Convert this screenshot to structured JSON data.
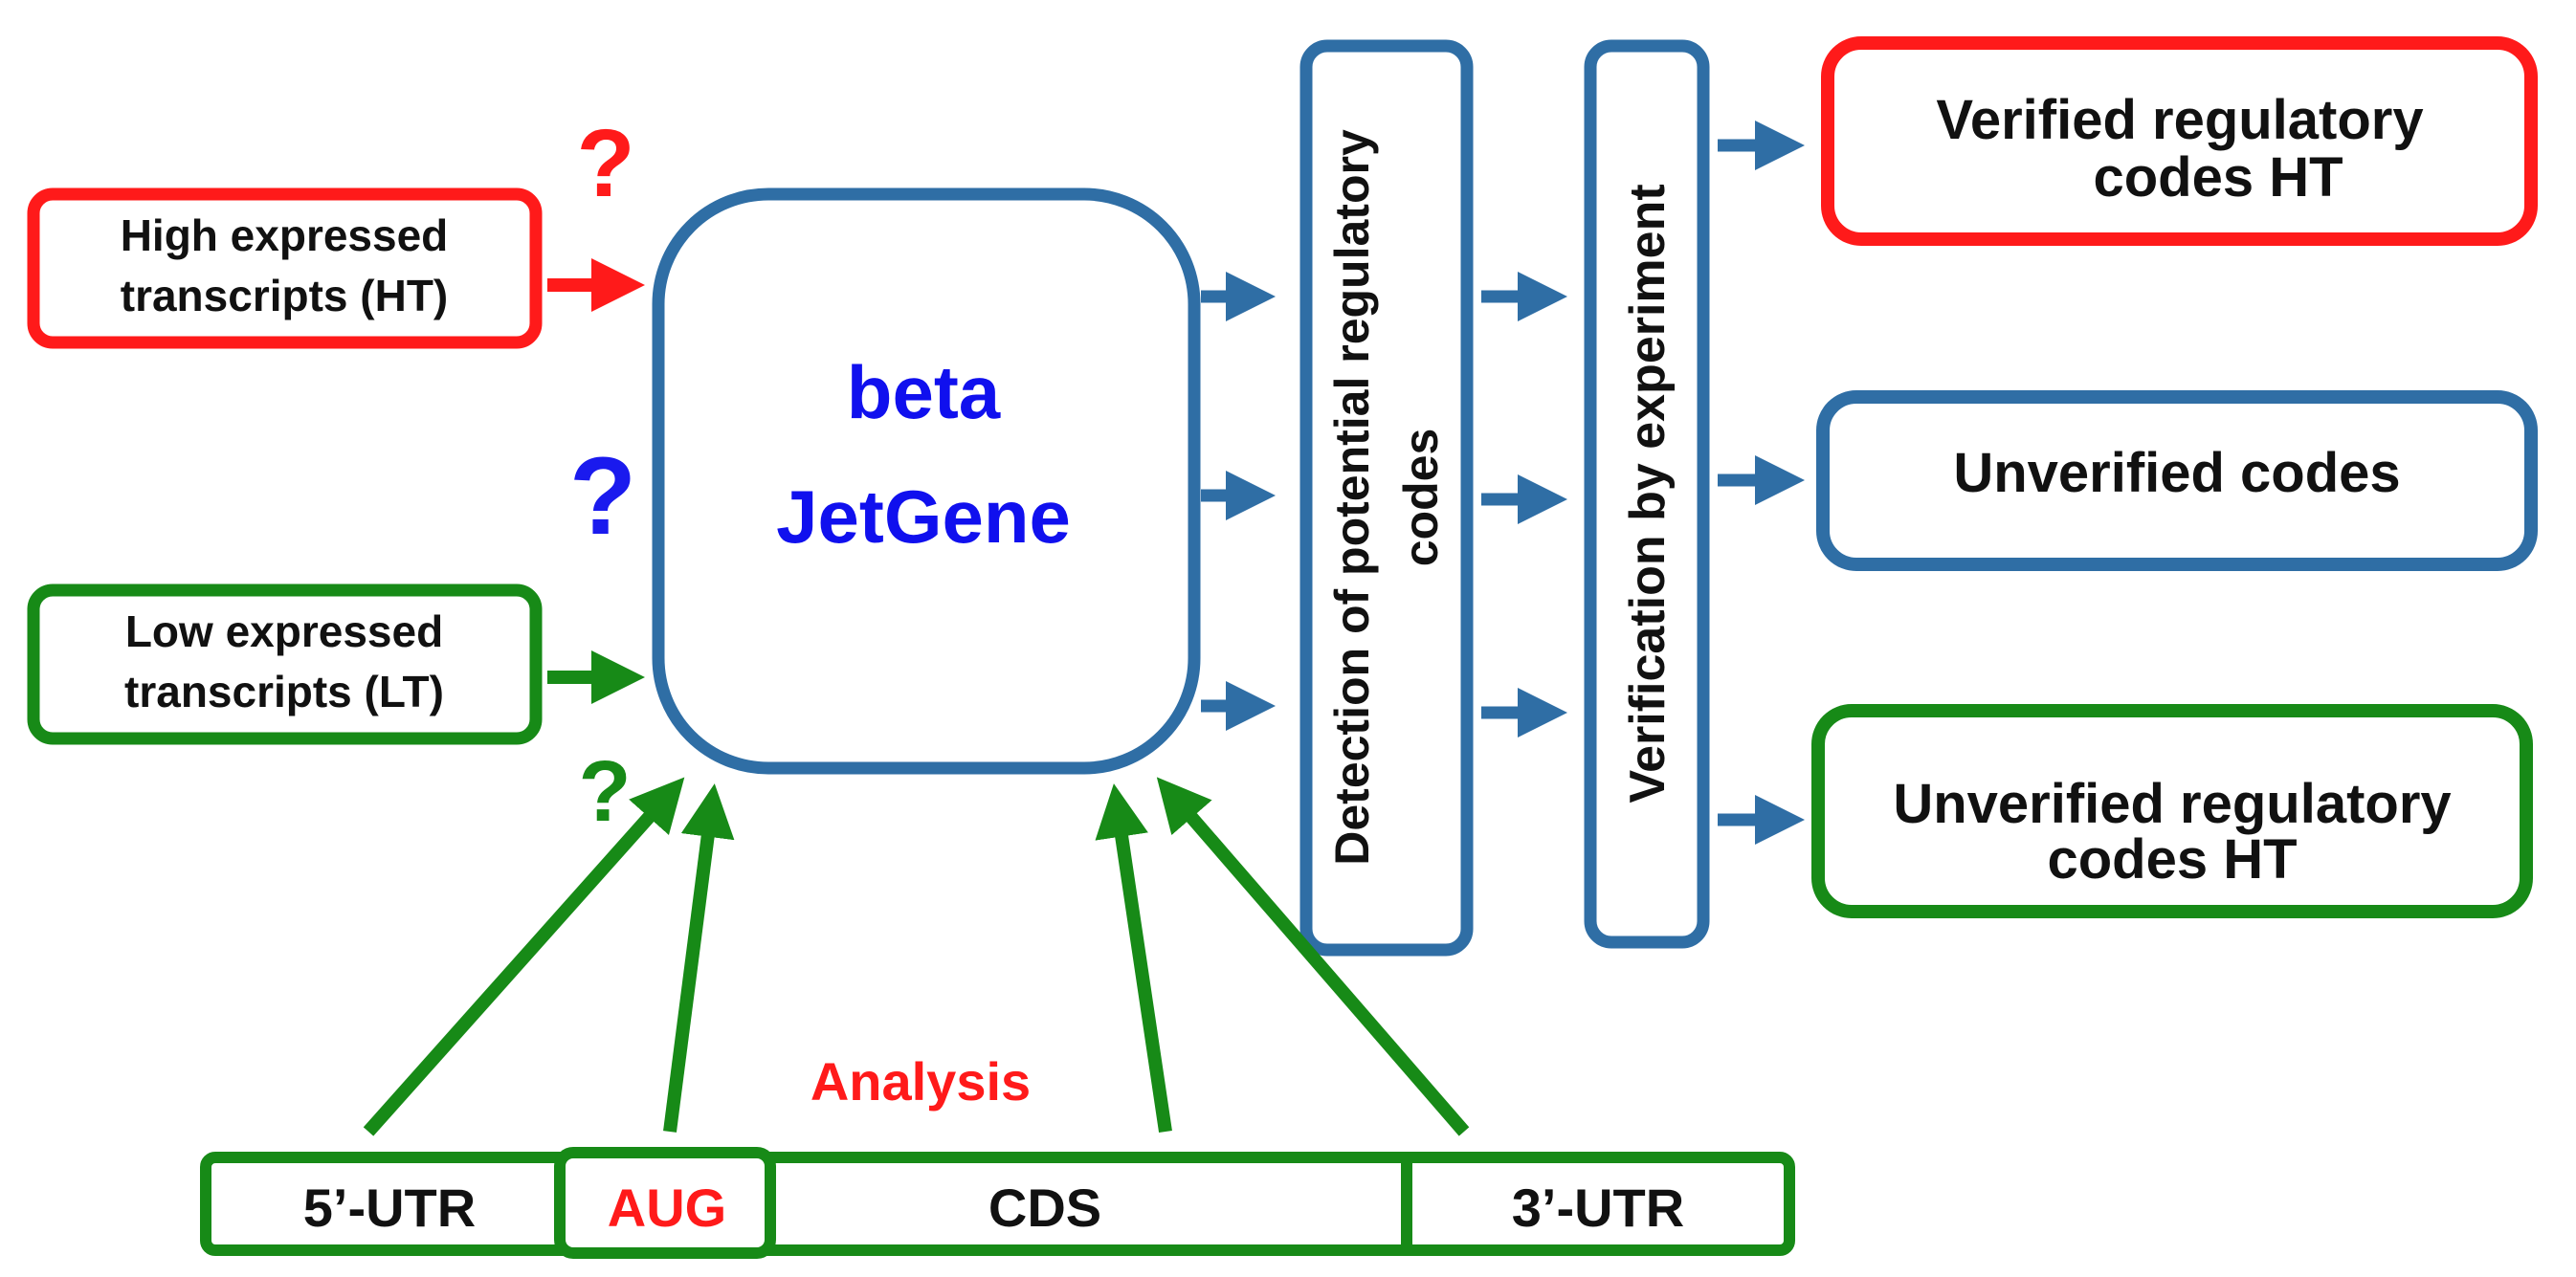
{
  "colors": {
    "red": "#ff1a1a",
    "blue": "#2f6ea5",
    "green": "#178a17",
    "jetgene_text": "#1010ee",
    "question_blue": "#1a1aee",
    "text": "#111111"
  },
  "inputs": {
    "high": {
      "line1": "High expressed",
      "line2": "transcripts (HT)"
    },
    "low": {
      "line1": "Low expressed",
      "line2": "transcripts (LT)"
    }
  },
  "questions": {
    "red": "?",
    "blue": "?",
    "green": "?"
  },
  "engine": {
    "line1": "beta",
    "line2": "JetGene"
  },
  "detection": {
    "line1": "Detection of potential regulatory",
    "line2": "codes"
  },
  "verification": {
    "label": "Verification by experiment"
  },
  "outputs": {
    "verified": {
      "line1": "Verified regulatory",
      "line2": "codes HT"
    },
    "unverified": {
      "line1": "Unverified codes"
    },
    "unverified_reg": {
      "line1": "Unverified regulatory",
      "line2": "codes HT"
    }
  },
  "analysis": {
    "label": "Analysis"
  },
  "transcript": {
    "utr5": "5’-UTR",
    "aug": "AUG",
    "cds": "CDS",
    "utr3": "3’-UTR"
  }
}
